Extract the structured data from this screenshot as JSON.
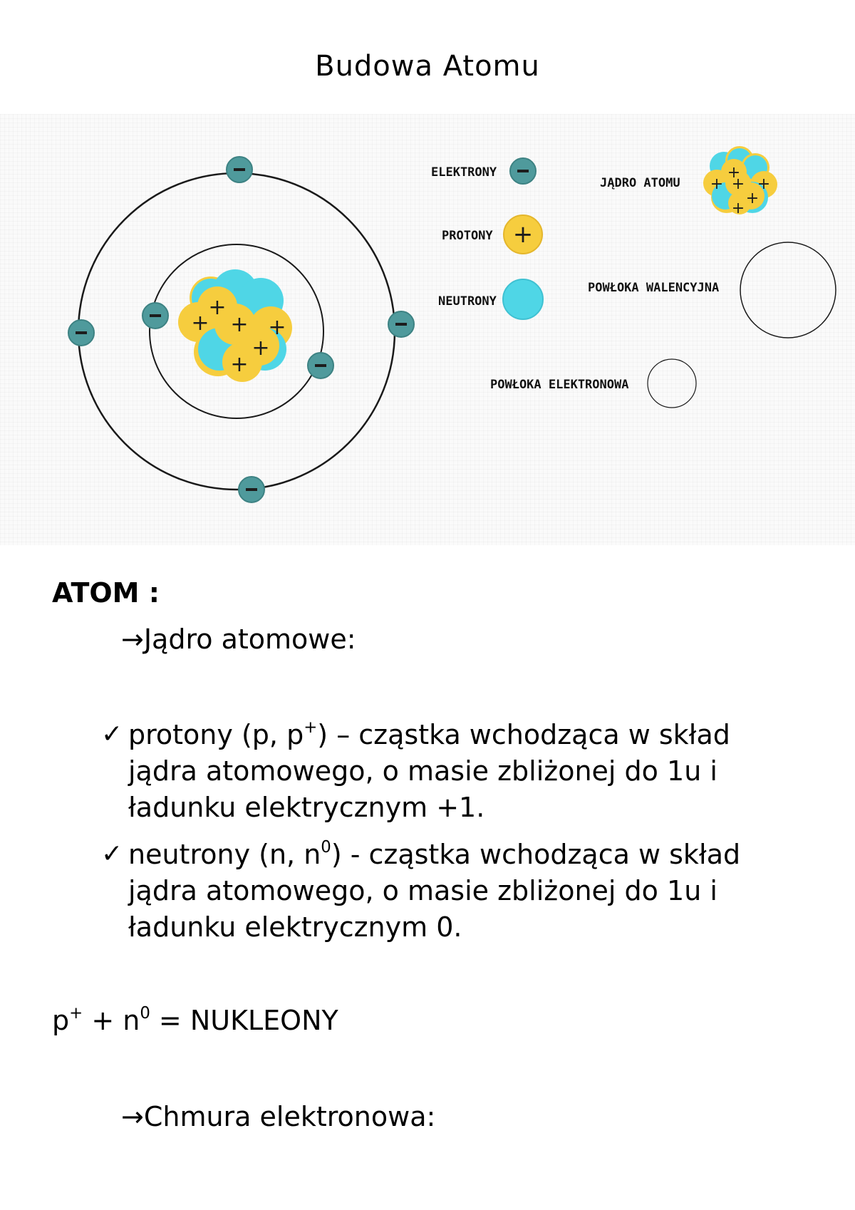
{
  "title": "Budowa Atomu",
  "figure": {
    "legend": {
      "electrons": "ELEKTRONY",
      "protons": "PROTONY",
      "neutrons": "NEUTRONY",
      "nucleus": "JĄDRO ATOMU",
      "valence_shell": "POWŁOKA WALENCYJNA",
      "electron_shell": "POWŁOKA ELEKTRONOWA"
    },
    "colors": {
      "electron": "#4f9a9c",
      "proton": "#f6cd3e",
      "neutron": "#4fd6e6",
      "shell": "#1a1a1a"
    }
  },
  "heading": "ATOM :",
  "sections": {
    "nucleus_title": "→Jądro atomowe:",
    "cloud_title": "→Chmura elektronowa:"
  },
  "bullets": {
    "check_symbol": "✓",
    "protons": {
      "name": "protony (p, p",
      "sup": "+",
      "line1_rest": ") – cząstka wchodząca w skład",
      "line2": "jądra atomowego, o masie zbliżonej do 1u i",
      "line3": "ładunku elektrycznym +1."
    },
    "neutrons": {
      "name": "neutrony (n, n",
      "sup": "0",
      "line1_rest": ") - cząstka wchodząca w skład",
      "line2": "jądra atomowego, o masie zbliżonej do 1u i",
      "line3": "ładunku elektrycznym 0."
    }
  },
  "formula": {
    "p": "p",
    "p_sup": "+",
    "plus": " + n",
    "n_sup": "0",
    "rest": " = NUKLEONY"
  }
}
